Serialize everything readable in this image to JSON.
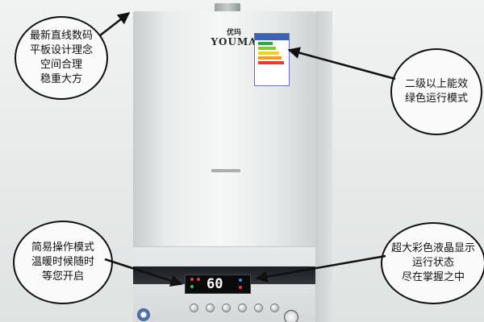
{
  "brand": {
    "name_cn": "优玛",
    "name_en": "YOUMA"
  },
  "display": {
    "temperature": "60"
  },
  "callouts": [
    {
      "id": "design",
      "text": "最新直线数码\n平板设计理念\n空间合理\n稳重大方"
    },
    {
      "id": "efficiency",
      "text": "二级以上能效\n绿色运行模式"
    },
    {
      "id": "operation",
      "text": "简易操作模式\n温暖时候随时\n等您开启"
    },
    {
      "id": "lcd",
      "text": "超大彩色液晶显示\n运行状态\n尽在掌握之中"
    }
  ],
  "colors": {
    "arrow": "#111111",
    "lcd_text": "#ffffff",
    "energy_label_blue": "#3a63b8"
  },
  "icons": [
    "arrow-icon",
    "certification-badge-icon",
    "pressure-gauge-icon"
  ]
}
